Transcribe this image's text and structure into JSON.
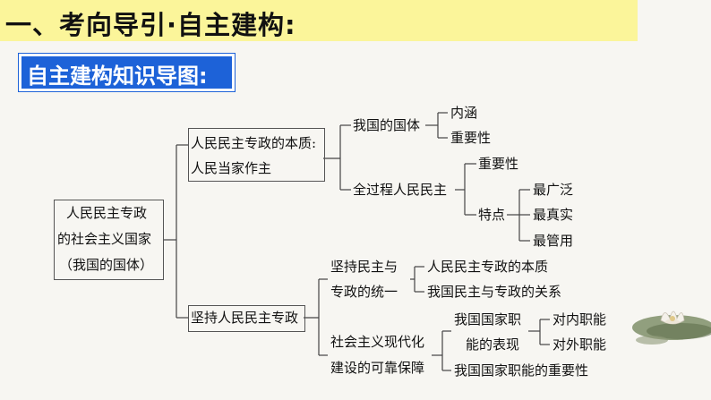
{
  "header": {
    "title": "一、考向导引·自主建构:",
    "section": "自主建构知识导图:"
  },
  "colors": {
    "title_bar": "#fbf59a",
    "section_tag": "#1d62d8"
  },
  "mindmap": {
    "root": [
      "人民民主专政",
      "的社会主义国家",
      "（我国的国体）"
    ],
    "branch1": [
      "人民民主专政的本质:",
      "人民当家作主"
    ],
    "b1_guoti": "我国的国体",
    "b1_neihan": "内涵",
    "b1_zhongyao": "重要性",
    "b1_quanguocheng": "全过程人民民主",
    "b1_q_zhongyao": "重要性",
    "b1_q_tedian": "特点",
    "b1_zuiguangfan": "最广泛",
    "b1_zuizhenshi": "最真实",
    "b1_zuiguanyong": "最管用",
    "branch2": "坚持人民民主专政",
    "b2_tongyi": [
      "坚持民主与",
      "专政的统一"
    ],
    "b2_benzhi": "人民民主专政的本质",
    "b2_guanxi": "我国民主与专政的关系",
    "b2_baozhang": [
      "社会主义现代化",
      "建设的可靠保障"
    ],
    "b2_zhineng": [
      "我国国家职",
      "能的表现"
    ],
    "b2_duinei": "对内职能",
    "b2_duiwai": "对外职能",
    "b2_zhongyaoxing": "我国国家职能的重要性"
  }
}
